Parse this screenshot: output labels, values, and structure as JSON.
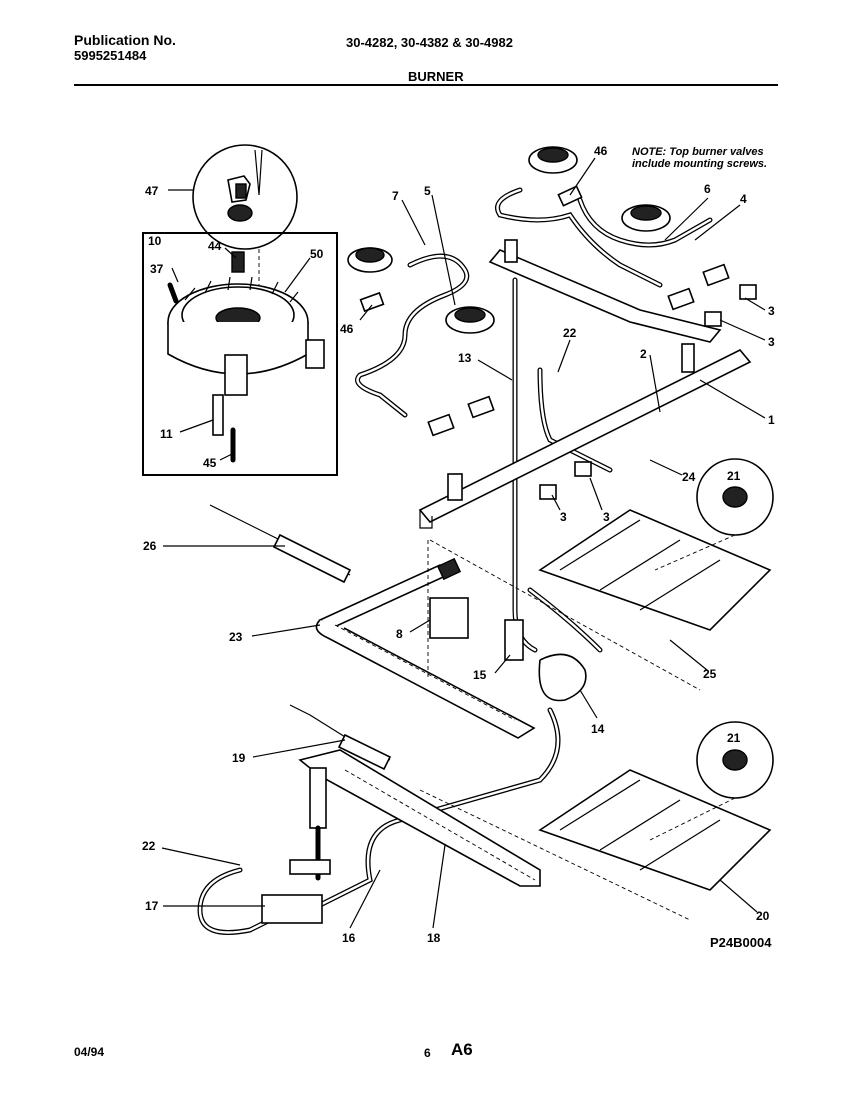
{
  "header": {
    "publication_label": "Publication No.",
    "publication_number": "5995251484",
    "models": "30-4282, 30-4382 & 30-4982",
    "section_title": "BURNER"
  },
  "note": {
    "line1": "NOTE: Top burner valves",
    "line2": "include mounting screws."
  },
  "figure_code": "P24B0004",
  "footer": {
    "date": "04/94",
    "page": "6",
    "code": "A6"
  },
  "callouts": {
    "c47": "47",
    "c10": "10",
    "c44": "44",
    "c50": "50",
    "c37": "37",
    "c11": "11",
    "c45": "45",
    "c7": "7",
    "c5": "5",
    "c46a": "46",
    "c46b": "46",
    "c6": "6",
    "c4": "4",
    "c3a": "3",
    "c3b": "3",
    "c3c": "3",
    "c3d": "3",
    "c22a": "22",
    "c13": "13",
    "c2": "2",
    "c1": "1",
    "c24": "24",
    "c21a": "21",
    "c21b": "21",
    "c26": "26",
    "c23": "23",
    "c8": "8",
    "c15": "15",
    "c14": "14",
    "c25": "25",
    "c19": "19",
    "c22b": "22",
    "c17": "17",
    "c16": "16",
    "c18": "18",
    "c20": "20"
  }
}
